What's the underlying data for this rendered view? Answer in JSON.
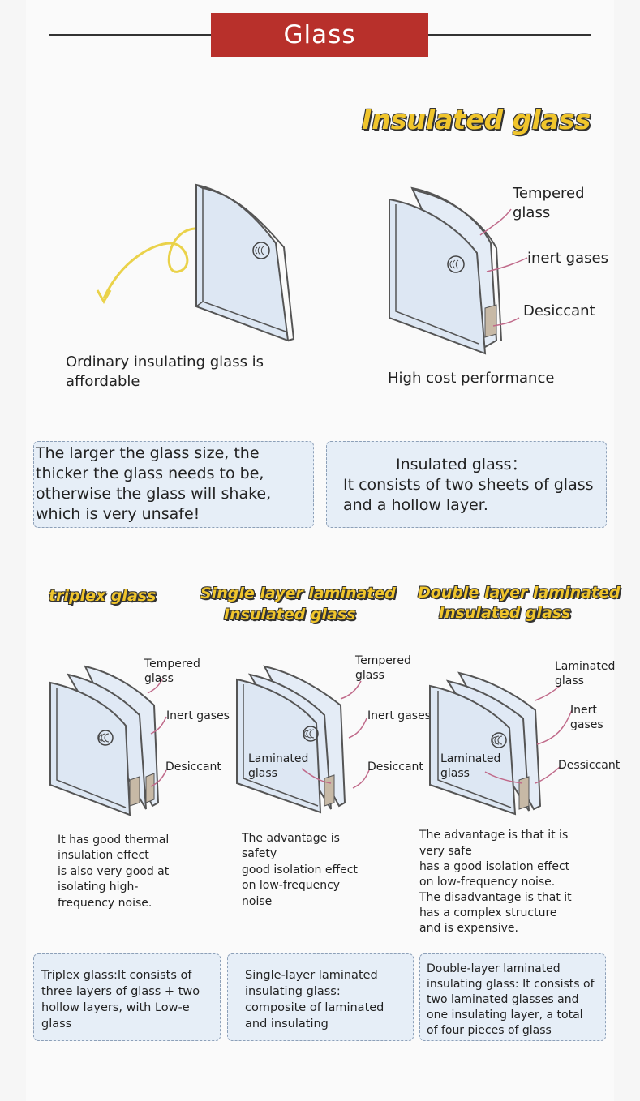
{
  "header": {
    "title": "Glass"
  },
  "insulated_section": {
    "title": "Insulated glass",
    "labels": {
      "tempered_1": "Tempered",
      "tempered_2": "glass",
      "inert": "inert gases",
      "desiccant": "Desiccant"
    },
    "left_caption_1": "Ordinary insulating glass is",
    "left_caption_2": "affordable",
    "right_caption": "High cost performance"
  },
  "info_boxes": {
    "left": [
      "The larger the glass size, the",
      "thicker the glass needs to be,",
      "otherwise the glass will shake,",
      "which is very unsafe!"
    ],
    "right": [
      "Insulated glass：",
      "It consists of two sheets of glass",
      "and a hollow layer."
    ]
  },
  "types": {
    "triplex": {
      "title": "triplex glass",
      "labels": {
        "tempered_1": "Tempered",
        "tempered_2": "glass",
        "inert": "Inert gases",
        "desiccant": "Desiccant"
      },
      "desc": [
        "It has good thermal",
        "insulation effect",
        " is also very good at",
        "isolating high-",
        "frequency noise."
      ],
      "box": [
        "Triplex glass:It consists of",
        "three layers of glass + two",
        "hollow layers, with Low-e",
        "glass"
      ]
    },
    "single": {
      "title_1": "Single layer laminated",
      "title_2": "Insulated glass",
      "labels": {
        "tempered_1": "Tempered",
        "tempered_2": "glass",
        "inert": "Inert gases",
        "laminated_1": "Laminated",
        "laminated_2": "glass",
        "desiccant": "Desiccant"
      },
      "desc": [
        "The advantage is",
        "safety",
        "good isolation effect",
        "on low-frequency",
        "noise"
      ],
      "box": [
        "Single-layer laminated",
        "insulating glass:",
        "composite of laminated",
        "and insulating"
      ]
    },
    "double": {
      "title_1": "Double layer laminated",
      "title_2": "Insulated glass",
      "labels": {
        "laminated_1": "Laminated",
        "laminated_2": "glass",
        "inert_1": "Inert",
        "inert_2": "gases",
        "laminated_b1": "Laminated",
        "laminated_b2": "glass",
        "desiccant": "Dessiccant"
      },
      "desc": [
        "The advantage is that it is",
        "very safe",
        "has a good isolation effect",
        " on low-frequency noise.",
        "The disadvantage is that it",
        " has a complex structure",
        "and is expensive."
      ],
      "box": [
        "Double-layer laminated",
        "insulating glass: It consists of",
        " two laminated glasses and",
        "one insulating layer, a total",
        "of four pieces of glass"
      ]
    }
  },
  "colors": {
    "banner": "#b8302b",
    "title_yellow": "#f0c52c",
    "box_bg": "#e6eef7",
    "glass": "#dfe8f4",
    "arrow": "#c06a8a"
  }
}
